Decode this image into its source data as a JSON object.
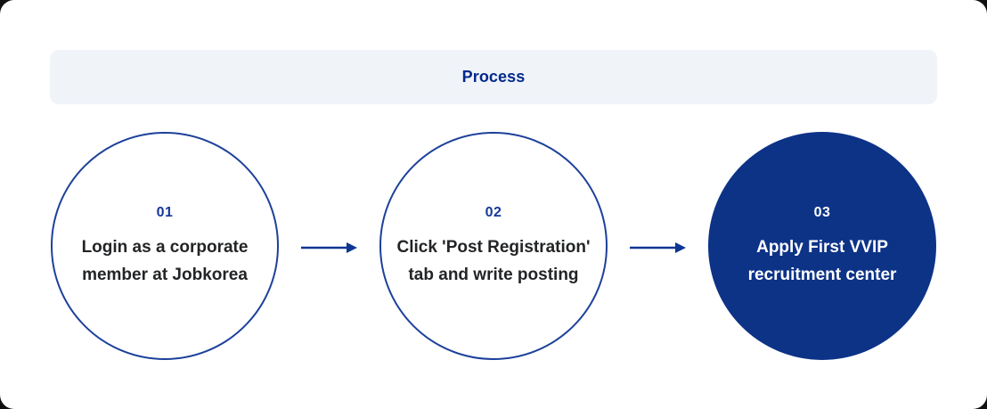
{
  "header": {
    "title": "Process"
  },
  "steps": [
    {
      "number": "01",
      "line1": "Login as a corporate",
      "line2": "member at Jobkorea",
      "variant": "outline"
    },
    {
      "number": "02",
      "line1": "Click 'Post Registration'",
      "line2": "tab and write posting",
      "variant": "outline"
    },
    {
      "number": "03",
      "line1": "Apply First VVIP",
      "line2": "recruitment center",
      "variant": "filled"
    }
  ],
  "colors": {
    "navy_fill": "#0d3387",
    "navy_border": "#1d419a",
    "navy_arrow": "#0e3692",
    "navy_number": "#15389b",
    "navy_title": "#00298c",
    "text_dark": "#222426",
    "bar_bg": "#f0f3f8",
    "card_bg": "#ffffff"
  }
}
